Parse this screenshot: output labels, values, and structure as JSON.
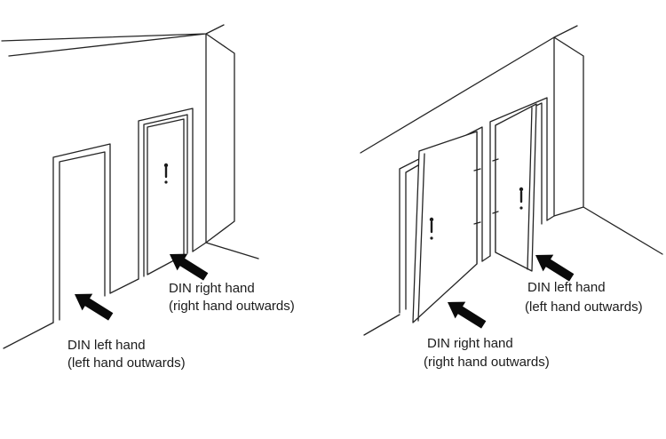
{
  "colors": {
    "line": "#242424",
    "arrow": "#0a0a0a",
    "text": "#1b1b1b",
    "background": "#ffffff"
  },
  "icons": {
    "arrow": "solid-diagonal-pointer-arrow",
    "door_handle": "lever-handle-with-keyhole"
  },
  "left_diagram": {
    "right_door_label": {
      "line1": "DIN right hand",
      "line2": "(right hand outwards)"
    },
    "left_door_label": {
      "line1": "DIN left hand",
      "line2": "(left hand outwards)"
    }
  },
  "right_diagram": {
    "right_door_label": {
      "line1": "DIN left hand",
      "line2": "(left hand outwards)"
    },
    "left_door_label": {
      "line1": "DIN right hand",
      "line2": "(right hand outwards)"
    }
  }
}
